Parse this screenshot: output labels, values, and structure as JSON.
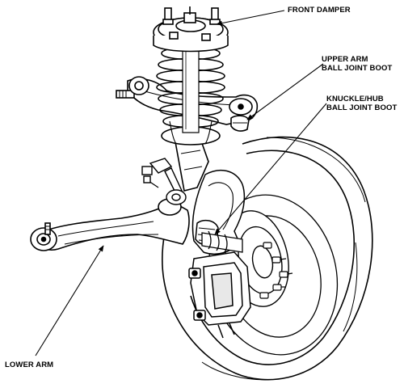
{
  "labels": {
    "front_damper": "FRONT DAMPER",
    "upper_arm_line1": "UPPER ARM",
    "upper_arm_line2": "BALL JOINT BOOT",
    "knuckle_hub_line1": "KNUCKLE/HUB",
    "knuckle_hub_line2": "BALL JOINT BOOT",
    "lower_arm": "LOWER ARM"
  },
  "colors": {
    "ink": "#000000",
    "paper": "#ffffff"
  }
}
